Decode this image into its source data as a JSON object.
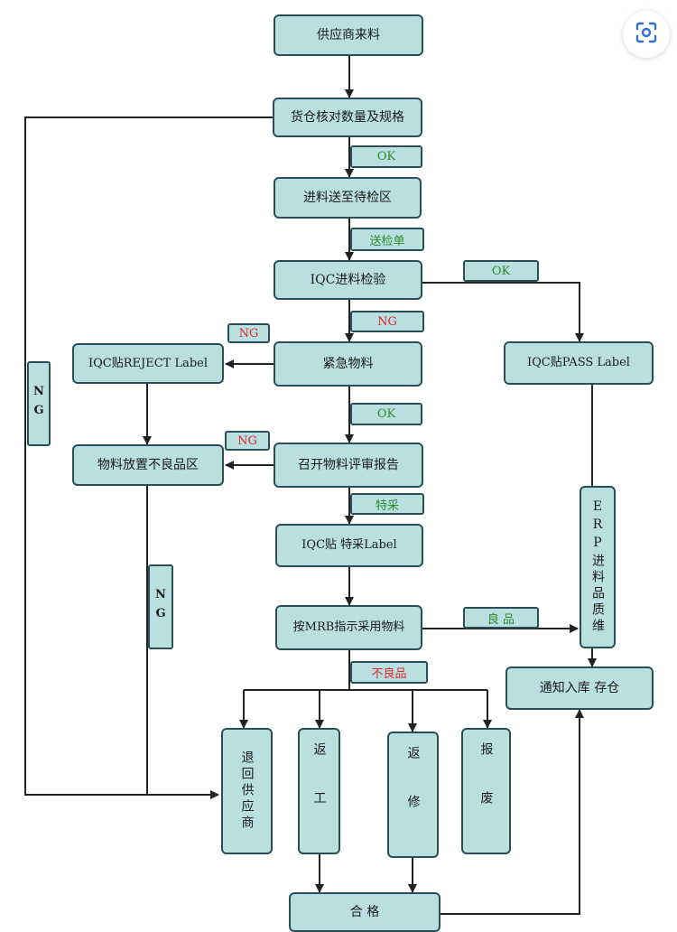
{
  "nodes": {
    "supplier_incoming": "供应商来料",
    "warehouse_check": "货仓核对数量及规格",
    "to_inspection_area": "进料送至待检区",
    "iqc_inspection": "IQC进料检验",
    "urgent_material": "紧急物料",
    "iqc_reject_label": "IQC贴REJECT Label",
    "iqc_pass_label": "IQC贴PASS Label",
    "defect_area": "物料放置不良品区",
    "mrb_meeting": "召开物料评审报告",
    "iqc_special_label": "IQC贴 特采Label",
    "mrb_use": "按MRB指示采用物料",
    "erp_quality": "ERP进料品质维",
    "notify_storage": "通知入库 存仓",
    "return_supplier": "退回供应商",
    "rework": "返工",
    "repair": "返修",
    "scrap": "报废",
    "qualified": "合 格"
  },
  "labels": {
    "ok_1": "OK",
    "send_inspect": "送检单",
    "ok_pass": "OK",
    "ng_urgent": "NG",
    "ng_reject": "NG",
    "ok_urgent": "OK",
    "ng_review": "NG",
    "special_purchase": "特采",
    "good": "良 品",
    "bad": "不良品",
    "ng_left": "NG",
    "ng_mid": "NG"
  },
  "colors": {
    "box_fill": "#b9dfe0",
    "box_border": "#2b4f57",
    "ok_text": "#2e8b2e",
    "ng_text": "#e0262a"
  },
  "icons": {
    "scan": "scan-icon"
  }
}
